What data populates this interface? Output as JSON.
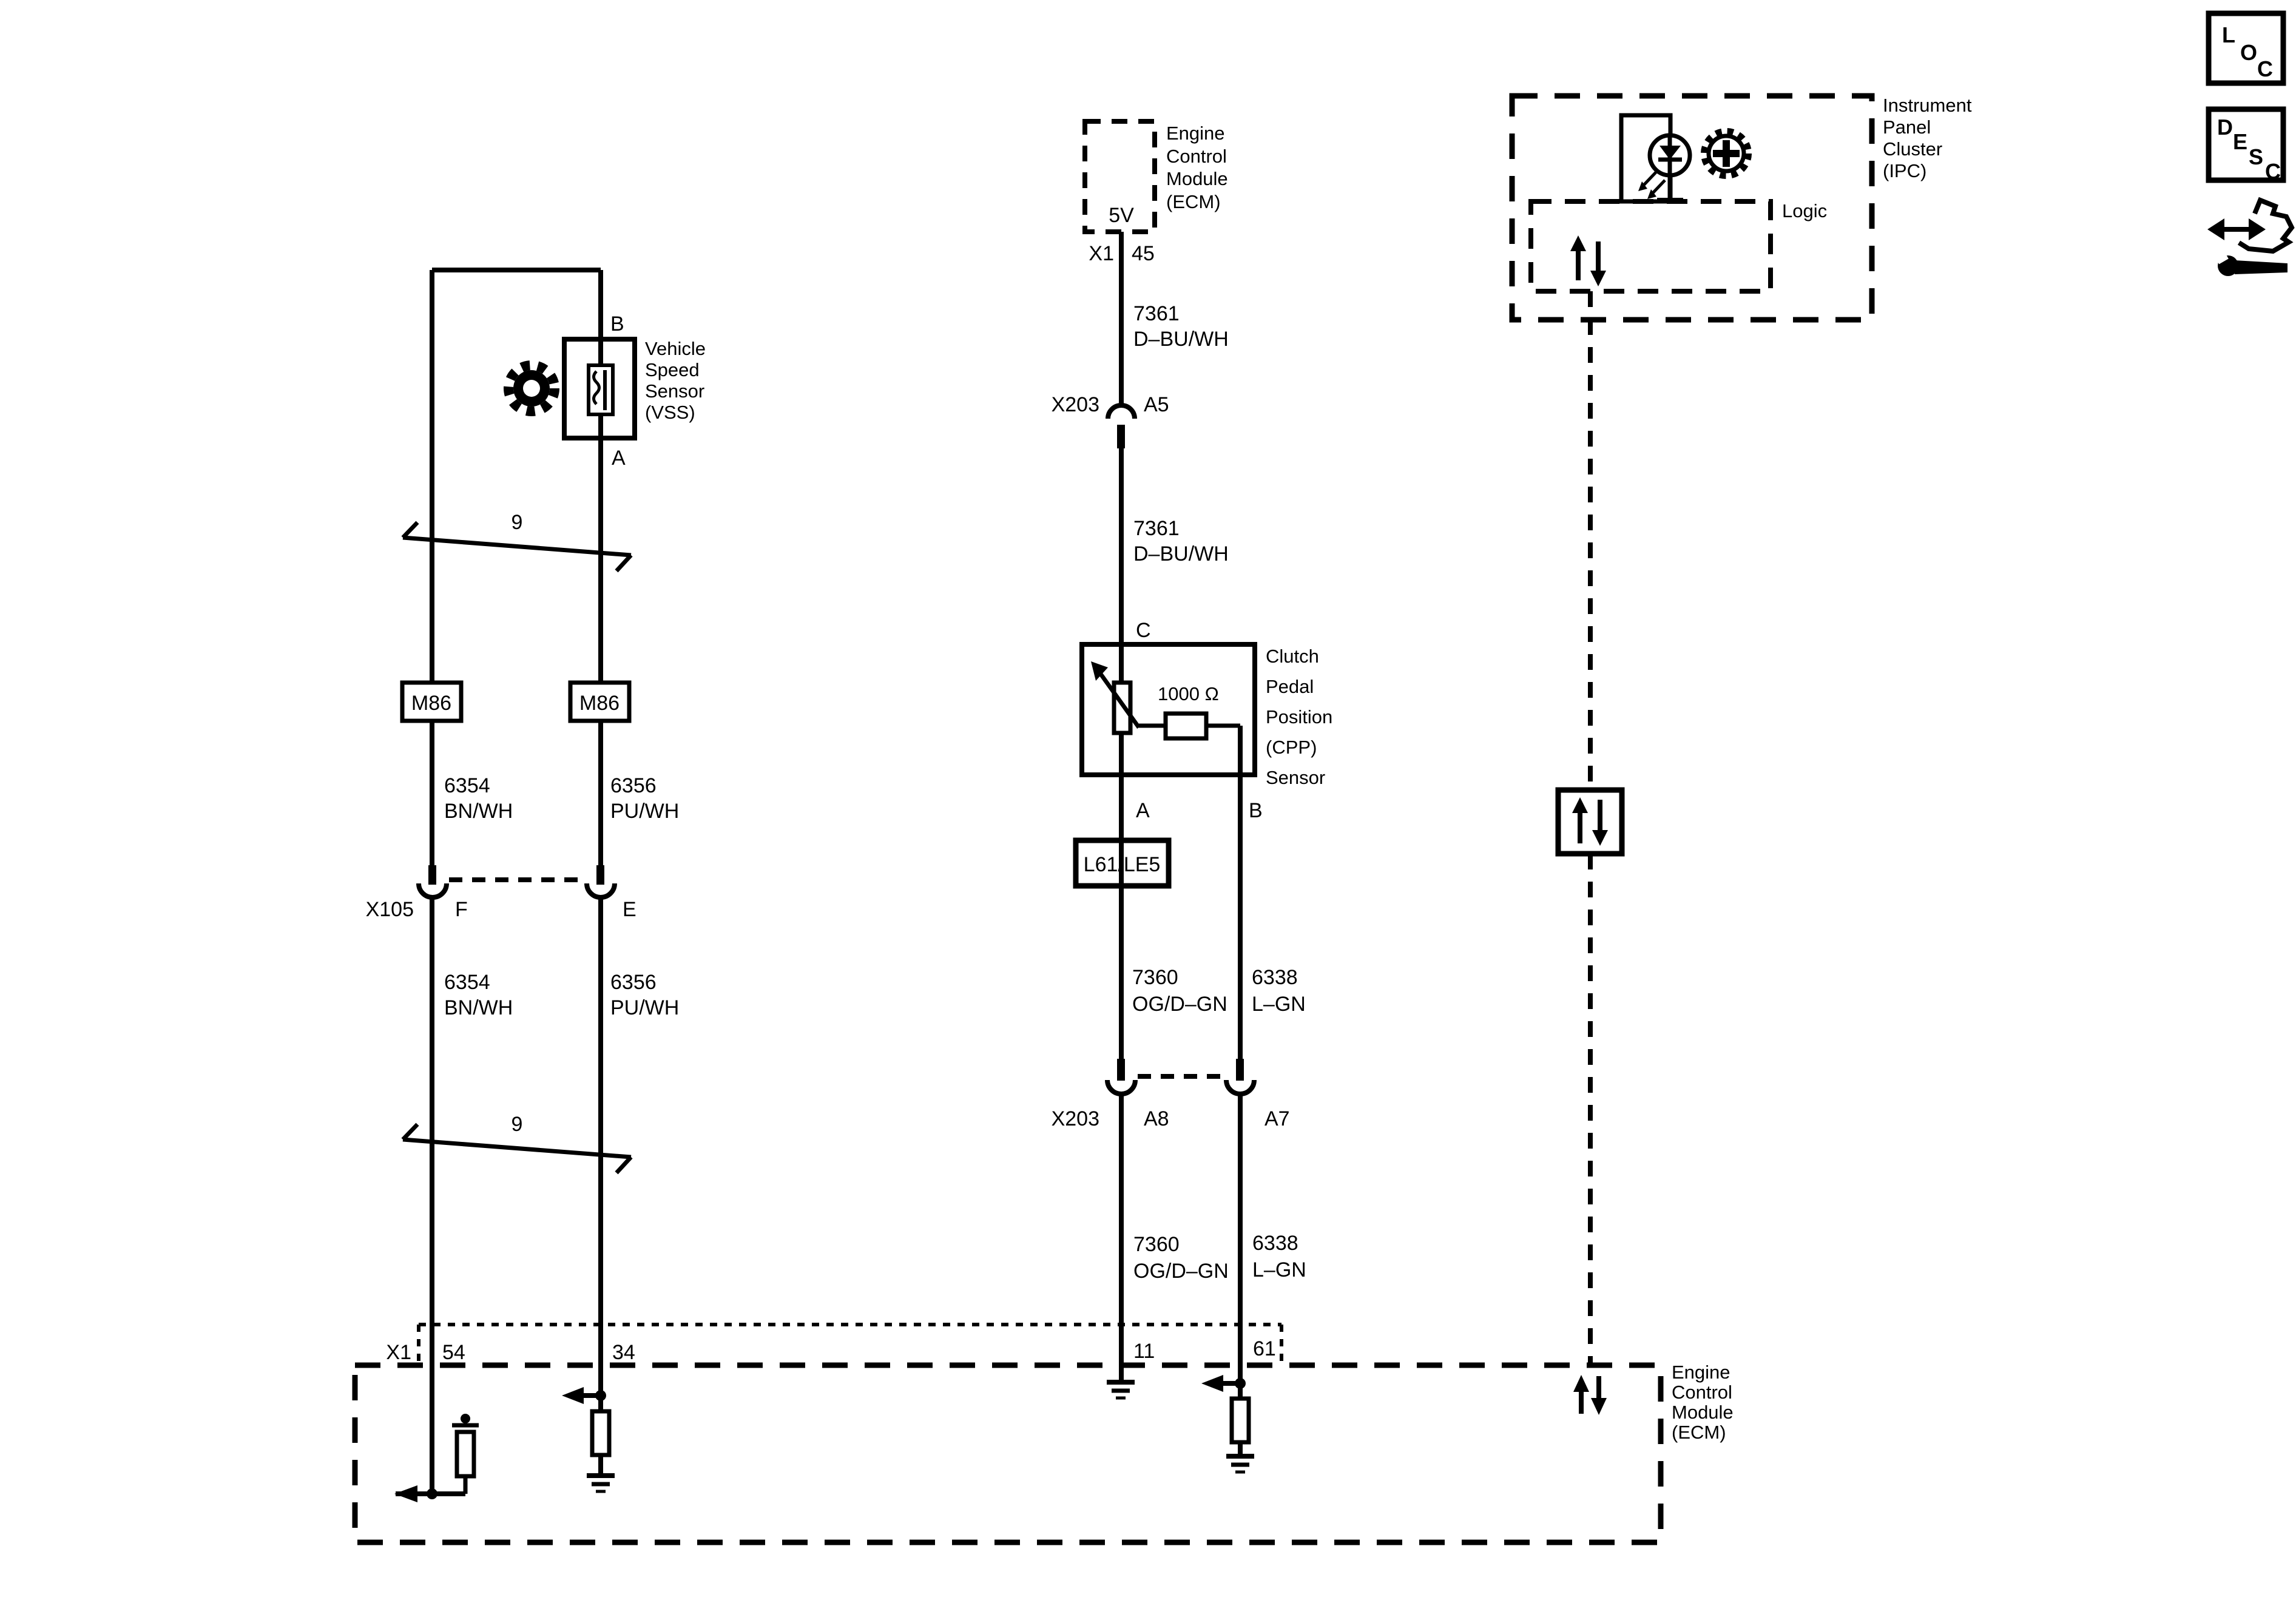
{
  "colors": {
    "ink": "#000000",
    "paper": "#ffffff"
  },
  "vss": {
    "name_lines": [
      "Vehicle",
      "Speed",
      "Sensor",
      "(VSS)"
    ],
    "pin_b": "B",
    "pin_a": "A",
    "harness_count_top": "9",
    "harness_count_bottom": "9",
    "splice_left": "M86",
    "splice_right": "M86",
    "left_wire_upper_id": "6354",
    "left_wire_upper_color": "BN/WH",
    "right_wire_upper_id": "6356",
    "right_wire_upper_color": "PU/WH",
    "inline_conn": "X105",
    "inline_pin_left": "F",
    "inline_pin_right": "E",
    "left_wire_lower_id": "6354",
    "left_wire_lower_color": "BN/WH",
    "right_wire_lower_id": "6356",
    "right_wire_lower_color": "PU/WH",
    "ecm_pin_left": "54",
    "ecm_pin_right": "34"
  },
  "cpp": {
    "ecm_top_lines": [
      "Engine",
      "Control",
      "Module",
      "(ECM)"
    ],
    "supply": "5V",
    "ecm_top_conn": "X1",
    "ecm_top_pin": "45",
    "wire_upper_id": "7361",
    "wire_upper_color": "D–BU/WH",
    "conn1": "X203",
    "conn1_pin": "A5",
    "wire_mid_id": "7361",
    "wire_mid_color": "D–BU/WH",
    "pin_c": "C",
    "pin_a": "A",
    "pin_b": "B",
    "resistance": "1000 Ω",
    "name_lines": [
      "Clutch",
      "Pedal",
      "Position",
      "(CPP)",
      "Sensor"
    ],
    "engine_tag": "L61/LE5",
    "sig_wire_id": "7360",
    "sig_wire_color": "OG/D–GN",
    "low_wire_id": "6338",
    "low_wire_color": "L–GN",
    "conn2": "X203",
    "conn2_pin_left": "A8",
    "conn2_pin_right": "A7",
    "sig_wire2_id": "7360",
    "sig_wire2_color": "OG/D–GN",
    "low_wire2_id": "6338",
    "low_wire2_color": "L–GN",
    "ecm_pin_left": "11",
    "ecm_pin_right": "61"
  },
  "ipc": {
    "name_lines": [
      "Instrument",
      "Panel",
      "Cluster",
      "(IPC)"
    ],
    "logic": "Logic"
  },
  "ecm_bottom": {
    "name_lines": [
      "Engine",
      "Control",
      "Module",
      "(ECM)"
    ],
    "conn": "X1"
  },
  "legend": {
    "loc": [
      "L",
      "O",
      "C"
    ],
    "desc": [
      "D",
      "E",
      "S",
      "C"
    ]
  }
}
